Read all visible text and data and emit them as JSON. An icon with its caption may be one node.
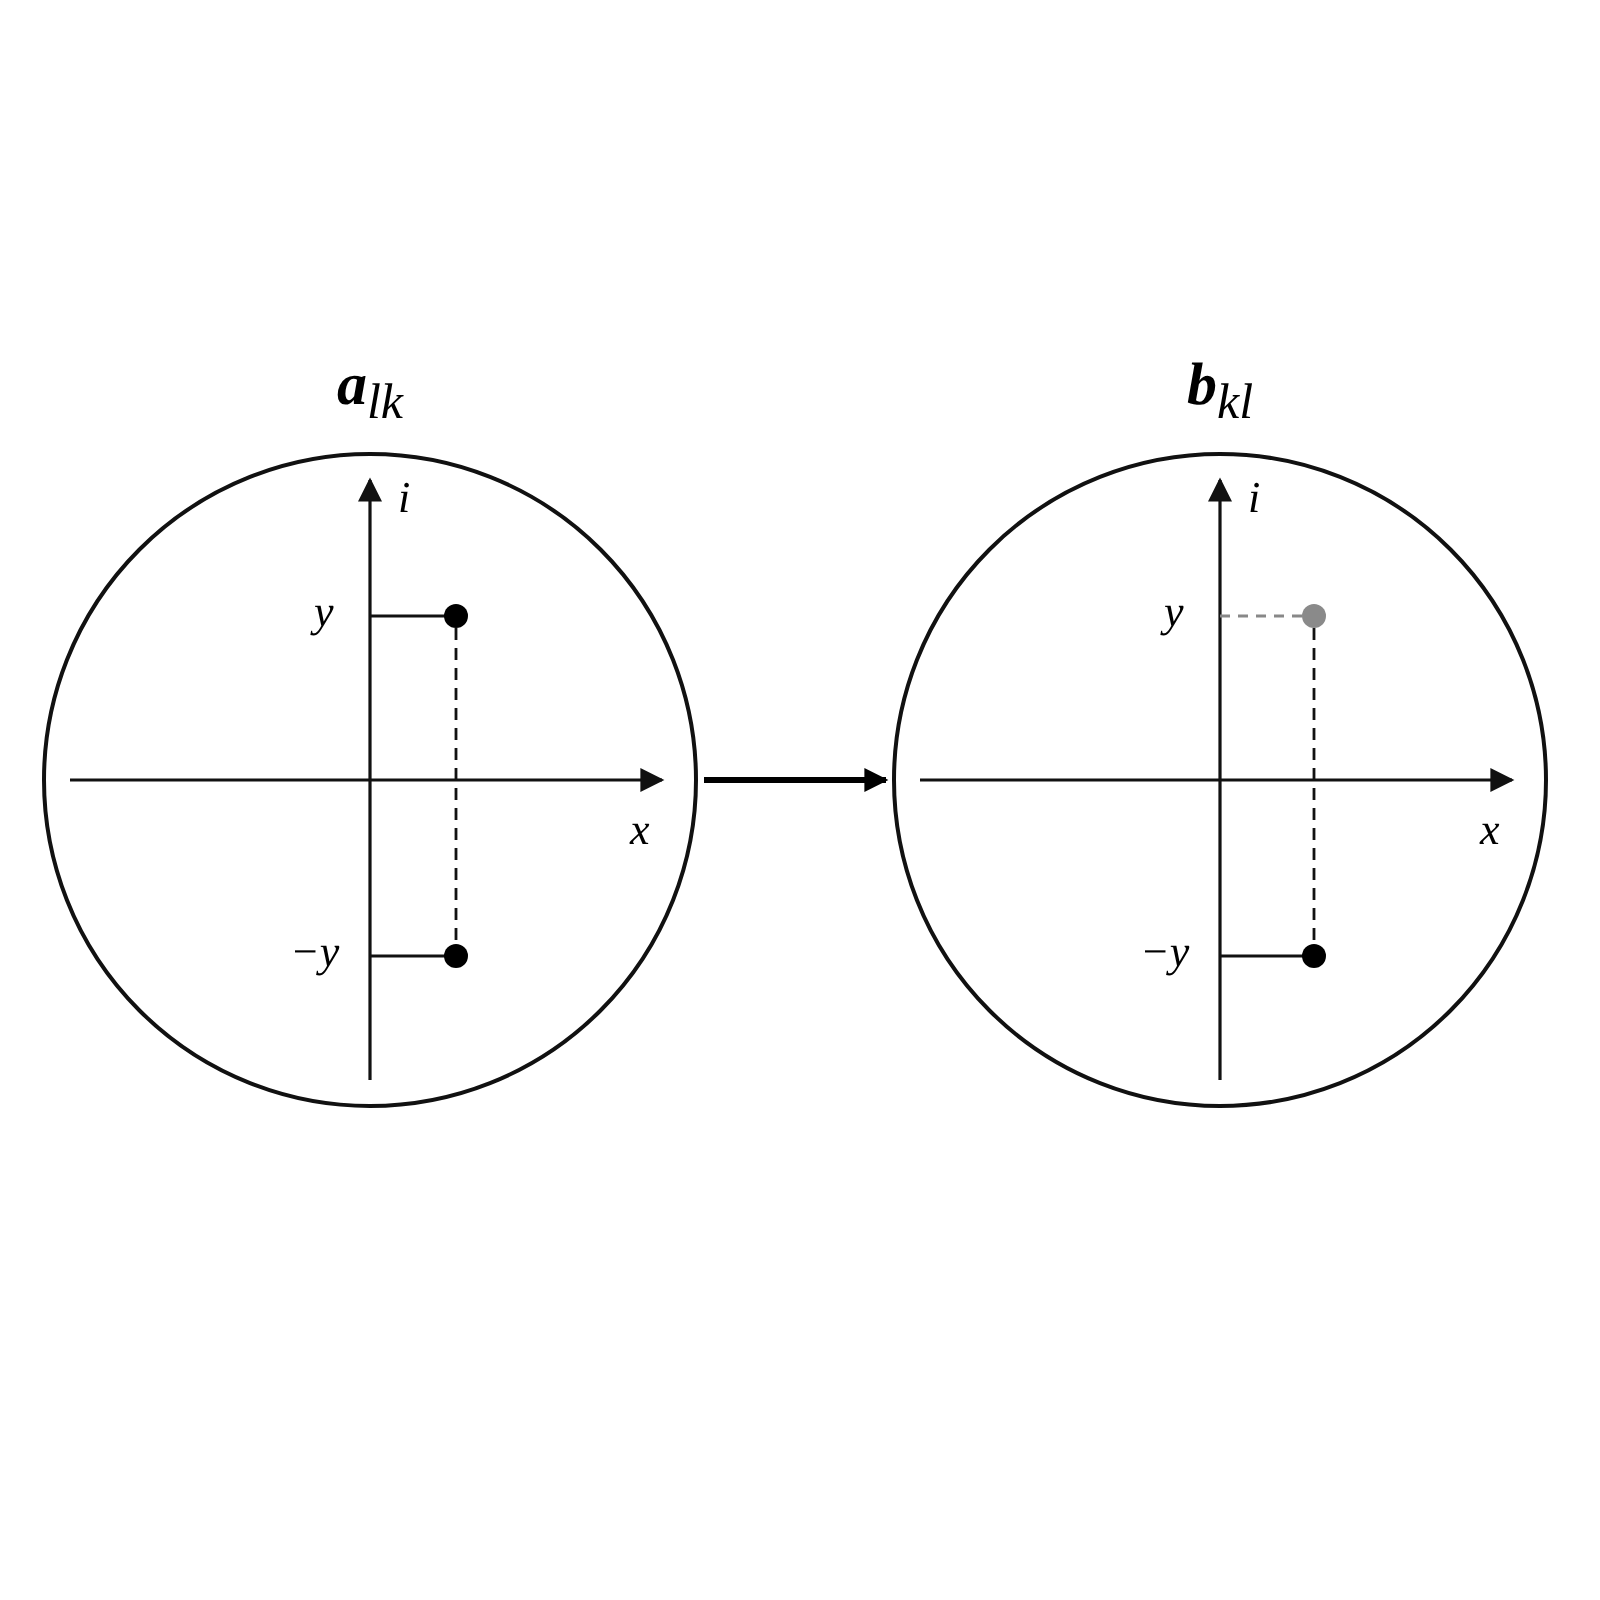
{
  "diagram": {
    "nodes": [
      {
        "text": [
          "**a**$_{lk}$"
        ]
      },
      {
        "text": [
          "**b**$_{kl}$"
        ]
      }
    ],
    "edges": [
      {
        "from": 0,
        "to": 1,
        "arrow": "to"
      }
    ],
    "labels": [
      "i",
      "y",
      "x",
      "−y",
      "i",
      "y",
      "x",
      "−y"
    ]
  }
}
